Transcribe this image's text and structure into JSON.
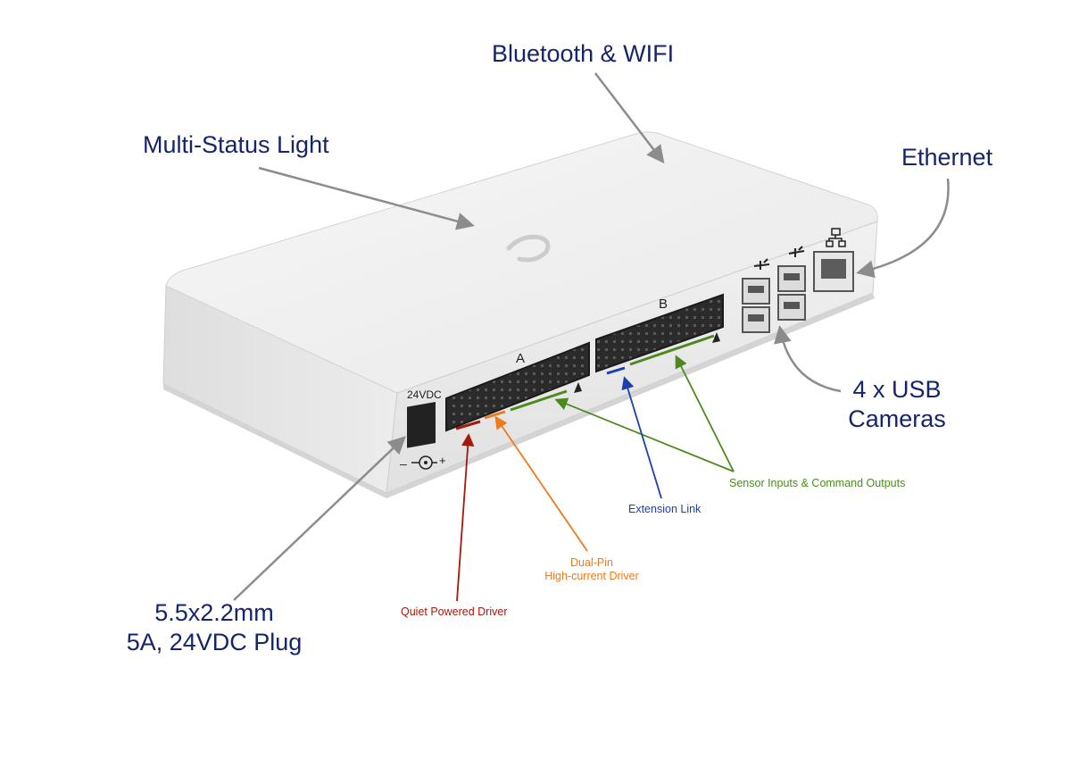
{
  "callouts": {
    "bluetooth_wifi": "Bluetooth & WIFI",
    "multi_status_light": "Multi-Status Light",
    "ethernet": "Ethernet",
    "usb_cameras": [
      "4 x USB",
      "Cameras"
    ],
    "power_plug": [
      "5.5x2.2mm",
      "5A, 24VDC Plug"
    ]
  },
  "pin_labels": {
    "sensor_io": "Sensor Inputs & Command Outputs",
    "extension_link": "Extension Link",
    "dual_pin": [
      "Dual-Pin",
      "High-current Driver"
    ],
    "quiet_driver": "Quiet Powered Driver"
  },
  "device_markings": {
    "port_a": "A",
    "port_b": "B",
    "voltage": "24VDC",
    "minus": "–",
    "plus": "+"
  },
  "colors": {
    "callout_text": "#16256b",
    "arrow_gray": "#8c8c8c",
    "green": "#4c8a1f",
    "blue": "#1c3fae",
    "orange": "#ef7a1d",
    "red": "#a5190d"
  },
  "icons": [
    "usb-icon",
    "network-icon",
    "logo-icon",
    "dc-polarity-icon"
  ]
}
